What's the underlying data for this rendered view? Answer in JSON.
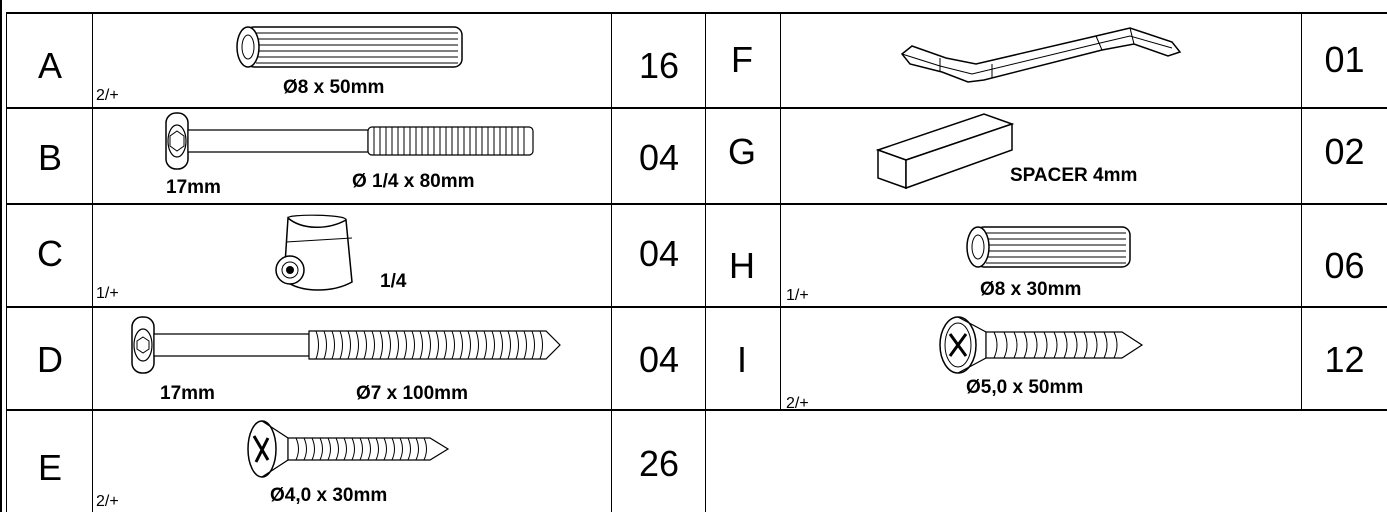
{
  "parts": [
    {
      "letter": "A",
      "qty": "16",
      "dims": [
        "Ø8 x 50mm"
      ],
      "note": "2/+",
      "icon": "wooden-dowel-icon"
    },
    {
      "letter": "B",
      "qty": "04",
      "dims": [
        "17mm",
        "Ø 1/4 x 80mm"
      ],
      "note": "",
      "icon": "bolt-icon"
    },
    {
      "letter": "C",
      "qty": "04",
      "dims": [
        "1/4"
      ],
      "note": "1/+",
      "icon": "barrel-nut-icon"
    },
    {
      "letter": "D",
      "qty": "04",
      "dims": [
        "17mm",
        "Ø7 x 100mm"
      ],
      "note": "",
      "icon": "long-screw-icon"
    },
    {
      "letter": "E",
      "qty": "26",
      "dims": [
        "Ø4,0 x 30mm"
      ],
      "note": "2/+",
      "icon": "wood-screw-icon"
    },
    {
      "letter": "F",
      "qty": "01",
      "dims": [],
      "note": "",
      "icon": "allen-key-icon"
    },
    {
      "letter": "G",
      "qty": "02",
      "dims": [
        "SPACER 4mm"
      ],
      "note": "",
      "icon": "spacer-block-icon"
    },
    {
      "letter": "H",
      "qty": "06",
      "dims": [
        "Ø8 x 30mm"
      ],
      "note": "1/+",
      "icon": "wooden-dowel-icon"
    },
    {
      "letter": "I",
      "qty": "12",
      "dims": [
        "Ø5,0 x 50mm"
      ],
      "note": "2/+",
      "icon": "wood-screw-icon"
    }
  ]
}
